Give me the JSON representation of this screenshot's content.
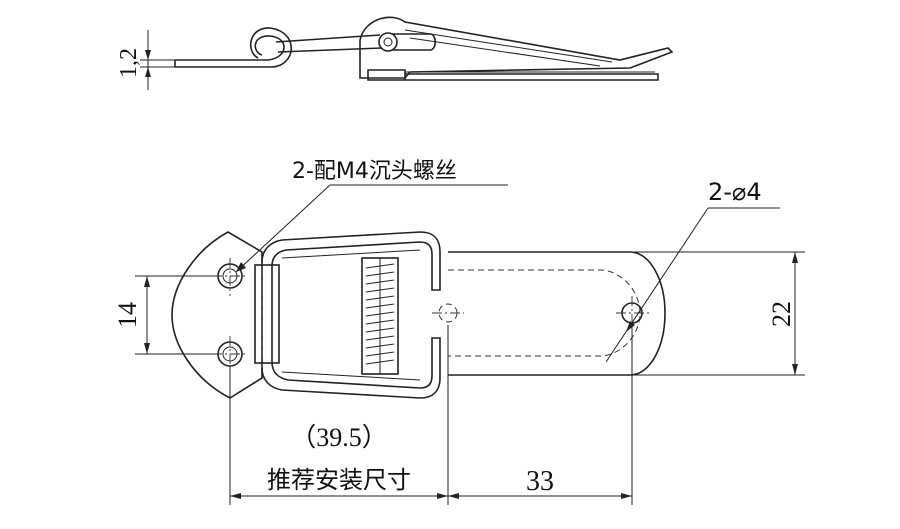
{
  "side_view": {
    "thickness_label": "1,2"
  },
  "top_view": {
    "screw_note": "2-配M4沉头螺丝",
    "hole_note": "2-⌀4",
    "dim_height": "22",
    "dim_hole_spacing": "14",
    "dim_mount_ref": "（39.5）",
    "dim_mount_caption": "推荐安装尺寸",
    "dim_right": "33"
  }
}
